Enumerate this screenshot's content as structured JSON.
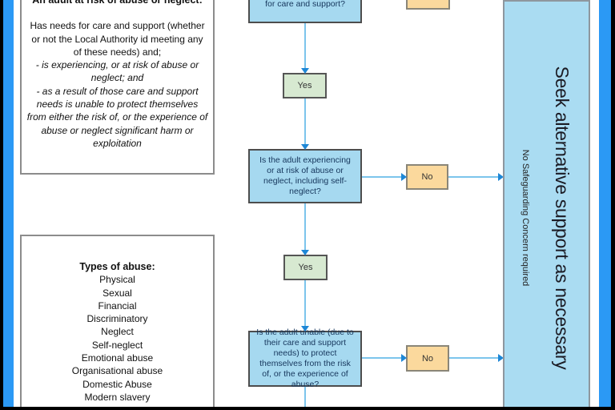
{
  "info_box_adult_at_risk": {
    "title": "An adult at risk of abuse or neglect:",
    "body": "Has needs for care and support (whether or not the Local Authority id meeting any of these needs) and;",
    "body_italic_1": "- is experiencing, or at risk of abuse or neglect; and",
    "body_italic_2": "- as a result of those care and support needs is unable to protect themselves from either the risk of, or the experience of abuse or neglect significant harm or exploitation"
  },
  "types_box": {
    "title": "Types of abuse:",
    "items": [
      "Physical",
      "Sexual",
      "Financial",
      "Discriminatory",
      "Neglect",
      "Self-neglect",
      "Emotional abuse",
      "Organisational abuse",
      "Domestic Abuse",
      "Modern slavery"
    ]
  },
  "flowchart": {
    "top_question_visible": "for care and support?",
    "yes_1": "Yes",
    "question_2": "Is the adult experiencing or at risk of abuse or neglect, including self-neglect?",
    "no_1": "No",
    "yes_2": "Yes",
    "question_3": "Is the adult unable (due to their care and support needs) to protect themselves from the risk of, or the experience of abuse?",
    "no_2": "No"
  },
  "side_panel": {
    "title": "Seek alternative support as necessary",
    "subtitle": "No Safeguarding Concern required"
  },
  "colors": {
    "frame_blue": "#2b99f5",
    "decision_fill": "#a6d9f0",
    "yes_fill": "#d7e9d1",
    "no_fill": "#fbd99d",
    "panel_fill": "#aadcf2",
    "arrow_line": "#7cc5ec",
    "arrow_head": "#1e87d6"
  }
}
